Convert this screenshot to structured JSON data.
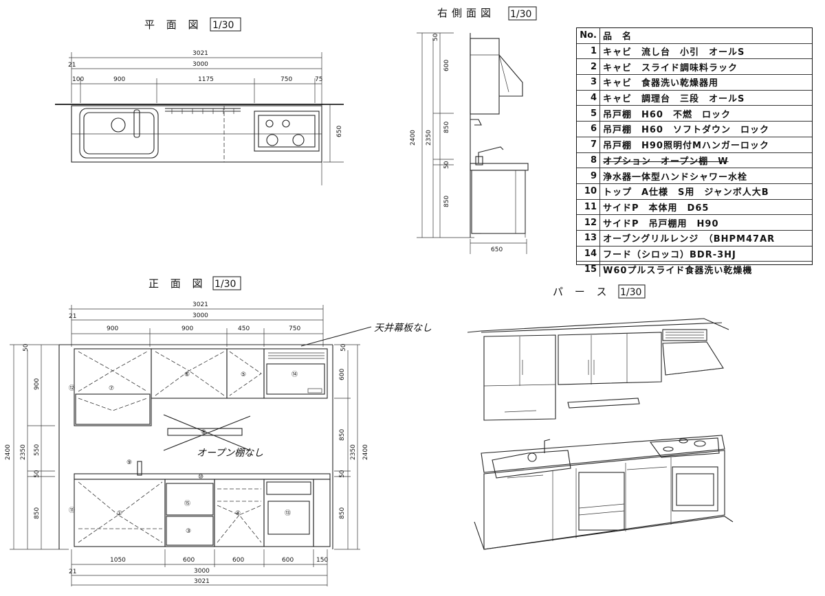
{
  "views": {
    "plan": {
      "title": "平 面 図",
      "scale": "1/30"
    },
    "side": {
      "title": "右側面図",
      "scale": "1/30"
    },
    "front": {
      "title": "正 面 図",
      "scale": "1/30"
    },
    "perspective": {
      "title": "パ ー ス",
      "scale": "1/30"
    }
  },
  "plan_dims": {
    "overall": "3021",
    "inner": "3000",
    "left_edge": "21",
    "seg1": "100",
    "seg2": "900",
    "seg3": "1175",
    "seg4": "750",
    "seg5": "75",
    "depth": "650"
  },
  "side_dims": {
    "total": "2400",
    "inner": "2350",
    "top": "50",
    "upper": "600",
    "gap": "850",
    "counter": "50",
    "lower": "850",
    "depth": "650"
  },
  "front_dims": {
    "overall": "3021",
    "inner": "3000",
    "left_edge": "21",
    "top_seg1": "900",
    "top_seg2": "900",
    "top_seg3": "450",
    "top_seg4": "750",
    "left_total": "2400",
    "left_inner": "2350",
    "left_top": "50",
    "left_upper": "900",
    "left_gap": "550",
    "left_counter": "50",
    "left_lower": "850",
    "right_upper": "600",
    "right_gap": "850",
    "right_counter": "50",
    "right_lower": "850",
    "right_total": "2400",
    "right_inner": "2350",
    "right_top": "50",
    "bot_seg1": "1050",
    "bot_seg2": "600",
    "bot_seg3": "600",
    "bot_seg4": "600",
    "bot_seg5": "150",
    "bot_inner": "3000",
    "bot_overall": "3021",
    "bot_left": "21"
  },
  "annotations": {
    "no_ceiling_panel": "天井幕板なし",
    "no_open_shelf": "オープン棚なし"
  },
  "markers": {
    "m1": "①",
    "m3": "③",
    "m4": "④",
    "m5": "⑤",
    "m6": "⑥",
    "m7": "⑦",
    "m8": "⑧",
    "m9": "⑨",
    "m10": "⑩",
    "m11": "⑪",
    "m12": "⑫",
    "m13": "⑬",
    "m14": "⑭",
    "m15": "⑮"
  },
  "parts_table": {
    "header_no": "No.",
    "header_name": "品　名",
    "rows": [
      {
        "no": "1",
        "name": "キャビ　流し台　小引　オールS"
      },
      {
        "no": "2",
        "name": "キャビ　スライド調味料ラック"
      },
      {
        "no": "3",
        "name": "キャビ　食器洗い乾燥器用"
      },
      {
        "no": "4",
        "name": "キャビ　調理台　三段　オールS"
      },
      {
        "no": "5",
        "name": "吊戸棚　H60　不燃　ロック"
      },
      {
        "no": "6",
        "name": "吊戸棚　H60　ソフトダウン　ロック"
      },
      {
        "no": "7",
        "name": "吊戸棚　H90照明付Mハンガーロック"
      },
      {
        "no": "8",
        "name": "オプション　オープン棚　W"
      },
      {
        "no": "9",
        "name": "浄水器一体型ハンドシャワー水栓"
      },
      {
        "no": "10",
        "name": "トップ　A仕様　S用　ジャンボ人大B"
      },
      {
        "no": "11",
        "name": "サイドP　本体用　D65"
      },
      {
        "no": "12",
        "name": "サイドP　吊戸棚用　H90"
      },
      {
        "no": "13",
        "name": "オーブングリルレンジ　（BHPM47AR"
      },
      {
        "no": "14",
        "name": "フード（シロッコ）BDR-3HJ"
      },
      {
        "no": "15",
        "name": "W60プルスライド食器洗い乾燥機"
      }
    ]
  }
}
